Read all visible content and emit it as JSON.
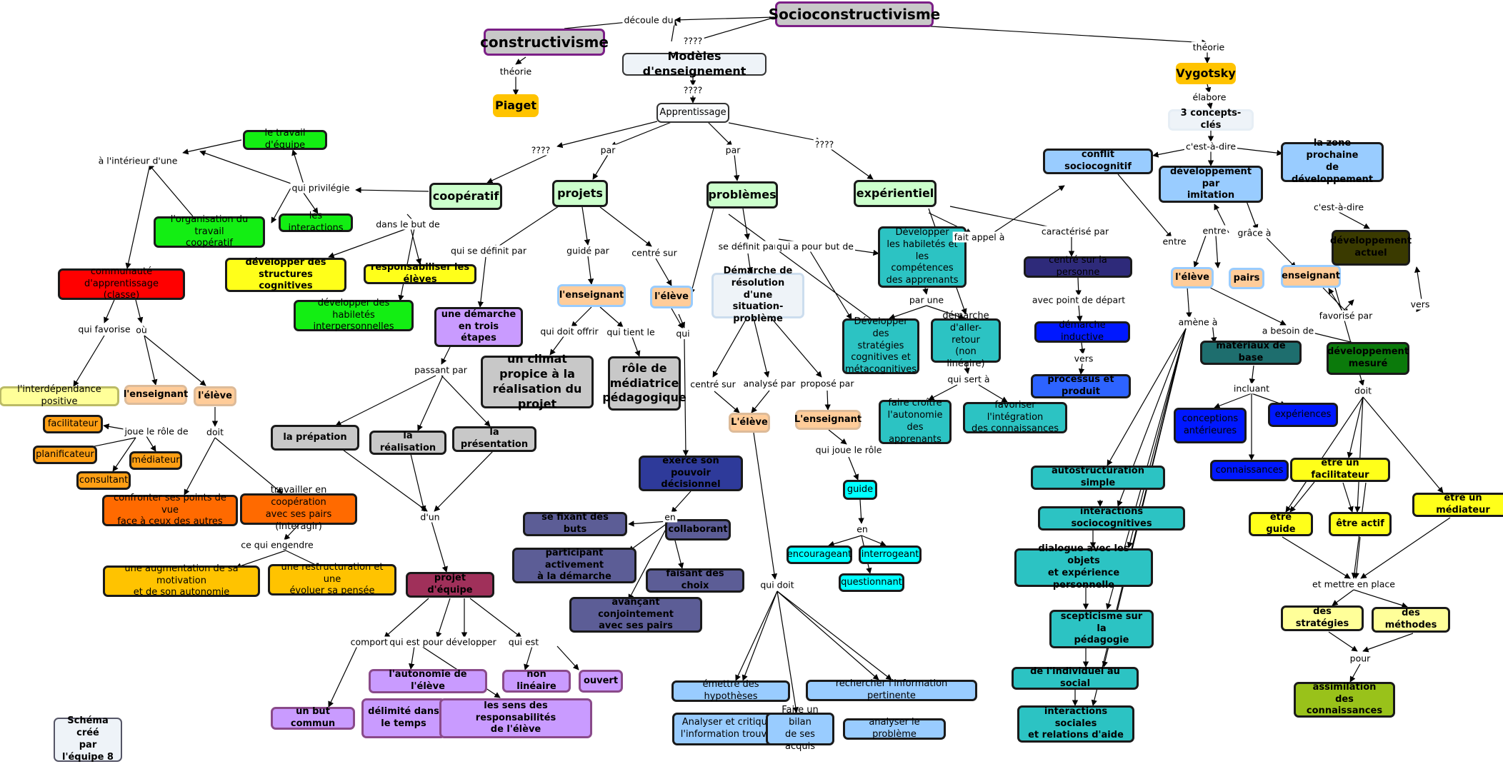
{
  "nodes": {
    "socio": "Socioconstructivisme",
    "constructivisme": "constructivisme",
    "modeles": "Modèles d'enseignement",
    "vygotsky": "Vygotsky",
    "piaget": "Piaget",
    "apprentissage": "Apprentissage",
    "trois_concepts": "3 concepts-clés",
    "cooperatif": "coopératif",
    "projets": "projets",
    "problemes": "problèmes",
    "experientiel": "expérientiel",
    "conflit": "conflit sociocognitif",
    "developpement_imitation": "développement par\nimitation",
    "zone_prochaine": "la zone prochaine\nde développement",
    "travail_equipe": "le travail d'équipe",
    "organisation_travail": "l'organisation du travail\ncoopératif",
    "interactions": "les interactions",
    "communaute": "communauté d'apprentissage\n(classe)",
    "dev_structures": "développer des structures\ncognitives",
    "responsabiliser": "responsabiliser les élèves",
    "dev_habiletes_inter": "développer des habiletés\ninterpersonnelles",
    "interdependance": "l'interdépendance positive",
    "enseignant_coop": "l'enseignant",
    "eleve_coop": "l'élève",
    "facilitateur": "facilitateur",
    "planificateur": "planificateur",
    "mediateur_coop": "médiateur",
    "consultant": "consultant",
    "confronter": "confronter ses points de vue\nface à ceux des autres",
    "travailler_coop": "travailler en coopération\navec ses pairs (interagir)",
    "augmentation_motivation": "une augmentation de sa motivation\net de son autonomie",
    "restructuration": "une restructuration  et une\névoluer sa pensée",
    "demarche_trois": "une démarche\nen trois étapes",
    "enseignant_projets": "l'enseignant",
    "eleve_projets": "l'élève",
    "climat": "un climat\npropice à la\nréalisation du projet",
    "role_mediatrice": "rôle de\nmédiatrice\npédagogique",
    "preparation": "la prépation",
    "realisation": "la réalisation",
    "presentation": "la présentation",
    "projet_equipe": "projet d'équipe",
    "autonomie_eleve": "l'autonomie de l'élève",
    "delimite": "délimité dans\nle temps",
    "but_commun": "un but commun",
    "non_lineaire": "non linéaire",
    "ouvert": "ouvert",
    "sens_responsabilites": "les sens des responsabilités\nde l'élève",
    "exerce_pouvoir": "exerce son pouvoir\ndécisionnel",
    "fixant_buts": "se fixant des buts",
    "collaborant": "collaborant",
    "participant": "participant activement\nà la démarche",
    "faisant_choix": "faisant des choix",
    "avancant": "avançant conjointement\navec ses pairs",
    "demarche_resolution": "Démarche de\nrésolution d'une\nsituation-problème",
    "eleve_prob": "L'élève",
    "enseignant_prob": "L'enseignant",
    "guide": "guide",
    "encourageant": "encourageant",
    "interrogeant": "interrogeant",
    "questionnant": "questionnant",
    "emettre": "émettre des hypothèses",
    "rechercher": "rechercher l'information pertinente",
    "analyser_critiquer": "Analyser et critiquer\nl'information trouvée",
    "faire_bilan": "Faire un bilan\nde ses acquis",
    "analyser_probleme": "analyser le problème",
    "dev_habiletes_comp": "Développer\nles habiletés et\nles compétences\ndes apprenants",
    "dev_strategies": "Développer des\nstratégies\ncognitives et\nmétacognitives",
    "demarche_aller_retour": "démarche\nd'aller-retour\n(non linéaire)",
    "faire_croitre": "faire croître\nl'autonomie\ndes apprenants",
    "favoriser_integration": "favoriser l'intégration\ndes connaissances",
    "centre_personne": "centré sur la personne",
    "demarche_inductive": "démarche inductive",
    "processus_produit": "processus et produit",
    "eleve_vyg": "l'élève",
    "pairs": "pairs",
    "enseignant_vyg": "enseignant",
    "dev_actuel": "développement\nactuel",
    "dev_mesure": "développement\nmesuré",
    "materiaux_base": "matériaux de base",
    "conceptions": "conceptions\nantérieures",
    "experiences": "expériences",
    "connaissances": "connaissances",
    "autostructuration": "autostructuration simple",
    "interactions_socio": "interactions sociocognitives",
    "dialogue_objets": "dialogue avec les objets\net expérience personnelle",
    "scepticisme": "scepticisme sur la\npédagogie",
    "individuel_social": "de l'individuel au social",
    "interactions_sociales": "interactions sociales\net relations d'aide",
    "etre_facilitateur": "être un facilitateur",
    "etre_mediateur": "être un médiateur",
    "etre_guide": "être guide",
    "etre_actif": "être actif",
    "des_strategies": "des stratégies",
    "des_methodes": "des méthodes",
    "assimilation": "assimilation\ndes connaissances",
    "schema": "Schéma créé\npar\nl'équipe 8"
  },
  "labels": {
    "decoule_du": "découle du",
    "q_modeles": "????",
    "theorie_vyg": "théorie",
    "theorie_piaget": "théorie",
    "q_apprentissage": "????",
    "elabore": "élabore",
    "cest_a_dire": "c'est-à-dire",
    "q_coop": "????",
    "par_projets": "par",
    "par_problemes": "par",
    "q_exp": "????",
    "a_linterieur": "à l'intérieur d'une",
    "qui_privilegie": "qui privilégie",
    "dans_le_but": "dans le but de",
    "qui_favorise": "qui favorise",
    "ou": "où",
    "joue_role": "joue le rôle de",
    "doit_coop": "doit",
    "ce_qui_engendre": "ce qui engendre",
    "qui_se_definit": "qui se définit par",
    "guide_par": "guidé par",
    "centre_sur_projets": "centré sur",
    "qui_doit_offrir": "qui doit offrir",
    "qui_tient_le": "qui tient le",
    "qui_projets": "qui",
    "passant_par": "passant par",
    "dun": "d'un",
    "comportant": "comportant",
    "qui_est_pour": "qui est pour développer",
    "qui_est": "qui est",
    "en_exerce": "en",
    "se_definit_par": "se définit par",
    "qui_a_pour_but": "qui a pour but de",
    "centre_sur_prob": "centré sur",
    "analyse_par": "analysé par",
    "propose_par": "proposé par",
    "qui_joue_role": "qui joue le rôle",
    "en_guide": "en",
    "qui_doit": "qui doit",
    "par_une": "par une",
    "qui_sert_a": "qui sert à",
    "fait_appel_a": "fait appel à",
    "caracterise_par": "caractérisé par",
    "avec_point_depart": "avec point de départ",
    "vers_processus": "vers",
    "entre_conflit": "entre",
    "entre_dev": "entre",
    "grace_a": "grâce à",
    "cest_a_dire_zone": "c'est-à-dire",
    "vers_dev": "vers",
    "favorise_par": "favorisé par",
    "amene_a": "amène à",
    "a_besoin_de": "a besoin de",
    "incluant": "incluant",
    "doit_vyg": "doit",
    "et_mettre": "et mettre en place",
    "pour": "pour"
  },
  "colors": {
    "title_border": "#7b1f86",
    "title_fill": "#c8c8c8",
    "green": "#13ee13",
    "red": "#ff0000",
    "yellow": "#ffff1a",
    "pale_yellow": "#ffff99",
    "orange": "#ff6a00",
    "light_orange": "#ff9f14",
    "gold": "#ffc300",
    "peach": "#ffcc99",
    "purple_light": "#c99bff",
    "gray": "#c8c8c8",
    "maroon": "#a0305a",
    "navy": "#2e3a9a",
    "slate": "#5c5d96",
    "pale_blue": "#eef3f8",
    "light_blue": "#8cc0ff",
    "cyan": "#00ffff",
    "teal": "#2cc3c3",
    "dark_slate": "#2e2a7a",
    "blue": "#0018ff",
    "royal_blue": "#2d63ff",
    "dark_olive": "#3a3a00",
    "forest_green": "#0b7a0b",
    "dark_teal": "#1e6e6e",
    "lime": "#99c21a"
  }
}
